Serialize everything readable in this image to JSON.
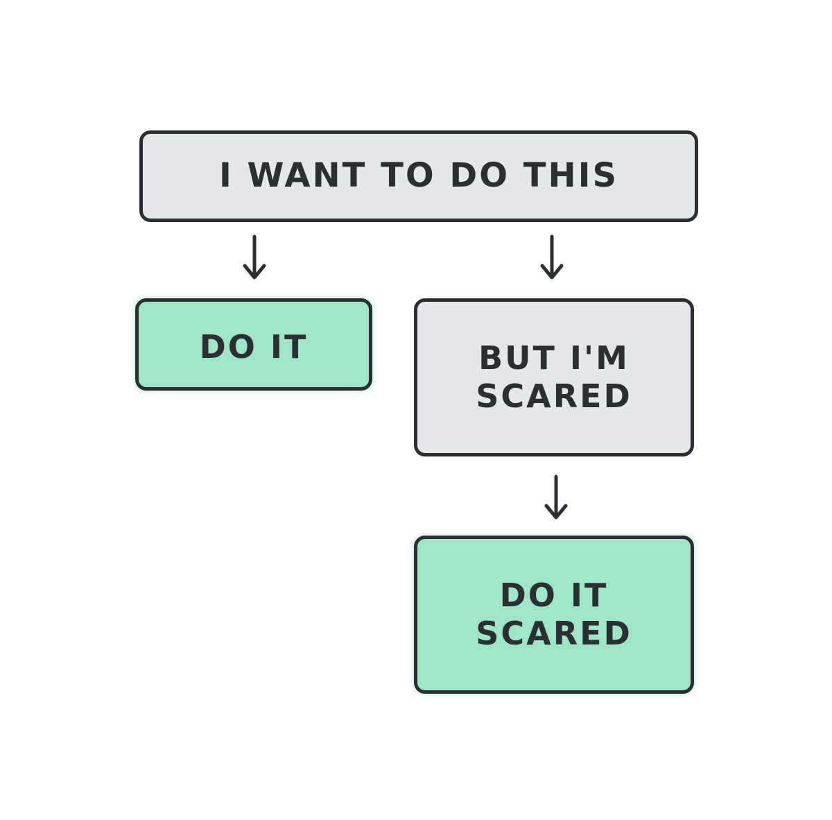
{
  "nodes": {
    "want": {
      "label": "I WANT TO DO THIS"
    },
    "do_it": {
      "label": "DO IT"
    },
    "scared": {
      "label": "BUT I'M\nSCARED"
    },
    "do_it_scared": {
      "label": "DO IT\nSCARED"
    }
  },
  "colors": {
    "gray_fill": "#e6e7ec",
    "green_fill": "#9fe6c6",
    "stroke": "#2b2f33",
    "background": "#ffffff"
  },
  "icons": {
    "arrow": "arrow-down-icon"
  }
}
